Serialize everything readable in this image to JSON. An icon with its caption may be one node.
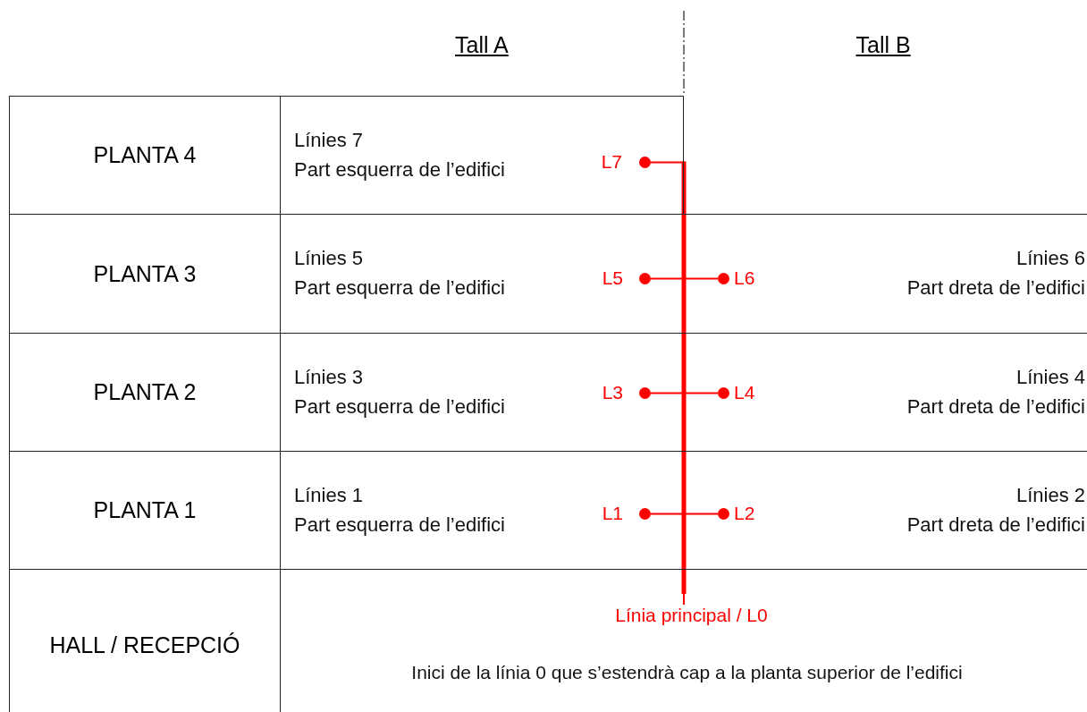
{
  "diagram": {
    "nodes": [
      {
        "text": [
          "PLANTA 4"
        ]
      },
      {
        "text": [
          "Línies 7",
          "Part esquerra de l’edifici"
        ]
      },
      {
        "text": [],
        "shape": "circle",
        "in": 1,
        "beside": [
          "L7"
        ]
      },
      {
        "text": [
          "PLANTA 3"
        ]
      },
      {
        "text": [
          "Línies 5",
          "Part esquerra de l’edifici",
          "Línies 6",
          "Part dreta de l’edifici"
        ]
      },
      {
        "text": [],
        "shape": "circle",
        "in": 4,
        "beside": [
          "L5"
        ]
      },
      {
        "text": [],
        "shape": "circle",
        "in": 4,
        "beside": [
          "L6"
        ]
      },
      {
        "text": [
          "PLANTA 2"
        ]
      },
      {
        "text": [
          "Línies 3",
          "Part esquerra de l’edifici",
          "Línies 4",
          "Part dreta de l’edifici"
        ]
      },
      {
        "text": [],
        "shape": "circle",
        "in": 8,
        "beside": [
          "L3"
        ]
      },
      {
        "text": [],
        "shape": "circle",
        "in": 8,
        "beside": [
          "L4"
        ]
      },
      {
        "text": [
          "PLANTA 1"
        ]
      },
      {
        "text": [
          "Línies 1",
          "Part esquerra de l’edifici",
          "Línies 2",
          "Part dreta de l’edifici"
        ]
      },
      {
        "text": [],
        "shape": "circle",
        "in": 12,
        "beside": [
          "L1"
        ]
      },
      {
        "text": [],
        "shape": "circle",
        "in": 12,
        "beside": [
          "L2"
        ]
      },
      {
        "text": [
          "HALL / RECEPCIÓ"
        ]
      },
      {
        "text": [
          "Inici de la línia 0 que s’estendrà cap a la planta superior de l’edifici"
        ]
      },
      {
        "text": [
          "Línia principal / L0"
        ],
        "in": 16
      }
    ],
    "edges": [
      {
        "from": 17,
        "to": 2,
        "arrow": "none"
      },
      {
        "from": 17,
        "to": 5,
        "arrow": "none"
      },
      {
        "from": 17,
        "to": 6,
        "arrow": "none"
      },
      {
        "from": 17,
        "to": 9,
        "arrow": "none"
      },
      {
        "from": 17,
        "to": 10,
        "arrow": "none"
      },
      {
        "from": 17,
        "to": 13,
        "arrow": "none"
      },
      {
        "from": 17,
        "to": 14,
        "arrow": "none"
      }
    ],
    "labels": [
      "Tall A",
      "Tall B"
    ]
  }
}
